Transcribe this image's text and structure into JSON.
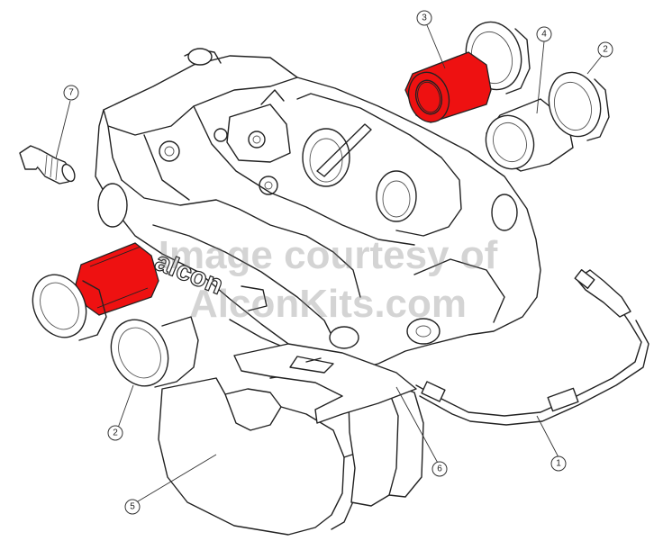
{
  "diagram": {
    "logo_text": "alcon",
    "watermark": {
      "line1": "Image courtesy of",
      "line2": "AlconKits.com"
    },
    "callouts": [
      {
        "id": "c1",
        "label": "1"
      },
      {
        "id": "c2a",
        "label": "2"
      },
      {
        "id": "c2b",
        "label": "2"
      },
      {
        "id": "c3",
        "label": "3"
      },
      {
        "id": "c4",
        "label": "4"
      },
      {
        "id": "c5",
        "label": "5"
      },
      {
        "id": "c6",
        "label": "6"
      },
      {
        "id": "c7",
        "label": "7"
      }
    ],
    "colors": {
      "highlight": "#ee1111",
      "line": "#222222",
      "background": "#ffffff"
    }
  }
}
